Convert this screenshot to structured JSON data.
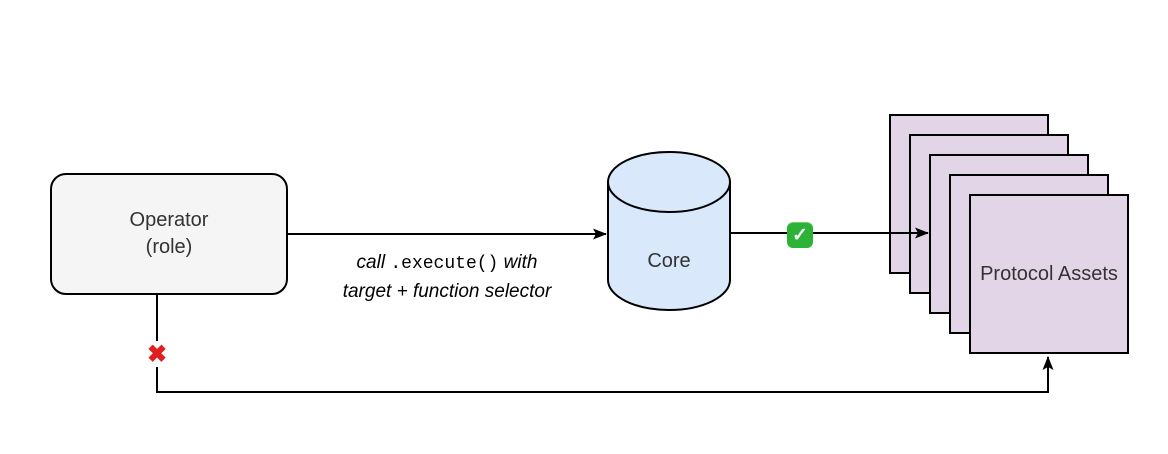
{
  "colors": {
    "operator_fill": "#f5f5f5",
    "core_fill": "#dae8fc",
    "assets_fill": "#e1d5e7",
    "stroke": "#000000",
    "text": "#333333",
    "edge_text": "#000000",
    "check_green": "#2cb335",
    "cross_red": "#e02020",
    "canvas_bg": "#ffffff"
  },
  "nodes": {
    "operator": {
      "line1": "Operator",
      "line2": "(role)"
    },
    "core": {
      "label": "Core"
    },
    "protocol_assets": {
      "label": "Protocol Assets",
      "stack_count": 5
    }
  },
  "edges": {
    "execute": {
      "word_call": "call",
      "code": ".execute()",
      "word_with": "with",
      "line2": "target + function selector"
    }
  },
  "icons": {
    "check_glyph": "✓",
    "cross_glyph": "✖"
  }
}
